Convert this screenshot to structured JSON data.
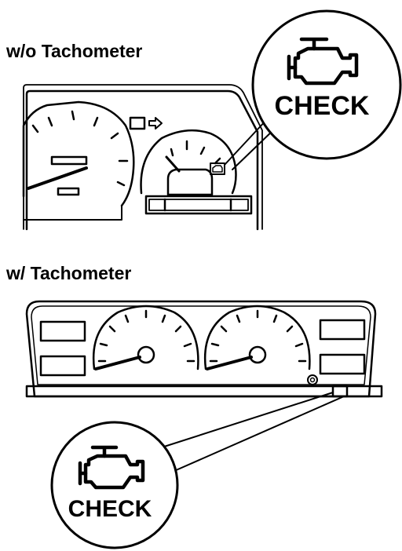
{
  "sections": {
    "without_tach": {
      "heading": "w/o Tachometer",
      "callout_text": "CHECK"
    },
    "with_tach": {
      "heading": "w/ Tachometer",
      "callout_text": "CHECK"
    }
  },
  "icons": {
    "callout_icon": "engine-icon",
    "indicator_icon": "arrow-icon"
  },
  "colors": {
    "ink": "#000000",
    "paper": "#ffffff"
  }
}
